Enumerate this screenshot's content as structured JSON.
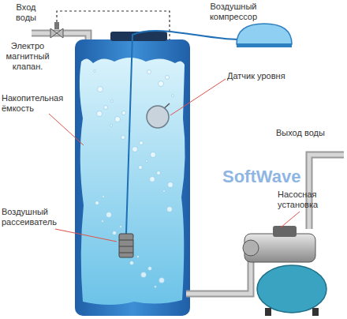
{
  "diagram": {
    "labels": [
      "Вход воды",
      "Воздушный компрессор",
      "Электро магнитный клапан.",
      "Датчик уровня",
      "Накопительная ёмкость",
      "Выход воды",
      "Насосная установка",
      "Воздушный рассеиватель",
      "SoftWave"
    ]
  }
}
